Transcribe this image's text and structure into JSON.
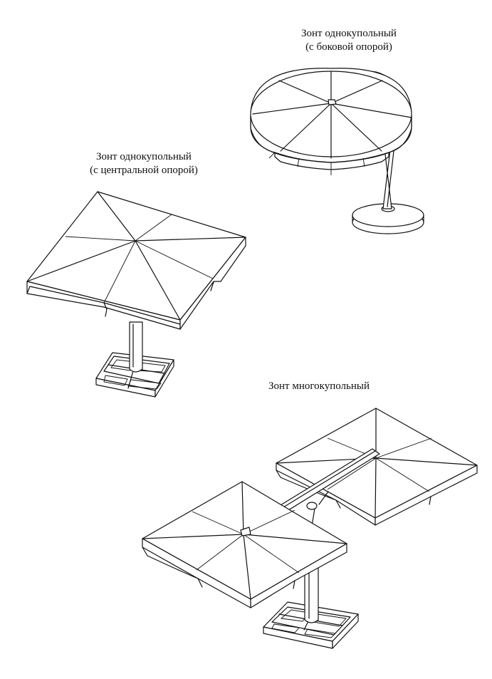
{
  "captions": {
    "side_support": {
      "line1": "Зонт однокупольный",
      "line2": "(с боковой опорой)"
    },
    "central_support": {
      "line1": "Зонт однокупольный",
      "line2": "(с центральной опорой)"
    },
    "multi_dome": {
      "line1": "Зонт многокупольный"
    }
  },
  "colors": {
    "line": "#111111",
    "background": "#ffffff"
  }
}
